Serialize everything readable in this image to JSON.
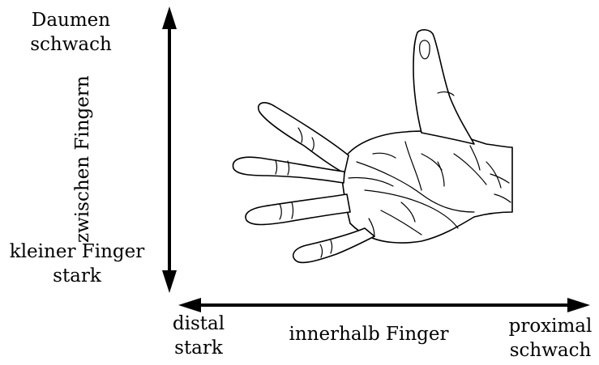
{
  "vertical_axis": {
    "top_line1": "Daumen",
    "top_line2": "schwach",
    "label": "zwischen Fingern",
    "bottom_line1": "kleiner Finger",
    "bottom_line2": "stark"
  },
  "horizontal_axis": {
    "left_line1": "distal",
    "left_line2": "stark",
    "label": "innerhalb Finger",
    "right_line1": "proximal",
    "right_line2": "schwach"
  }
}
